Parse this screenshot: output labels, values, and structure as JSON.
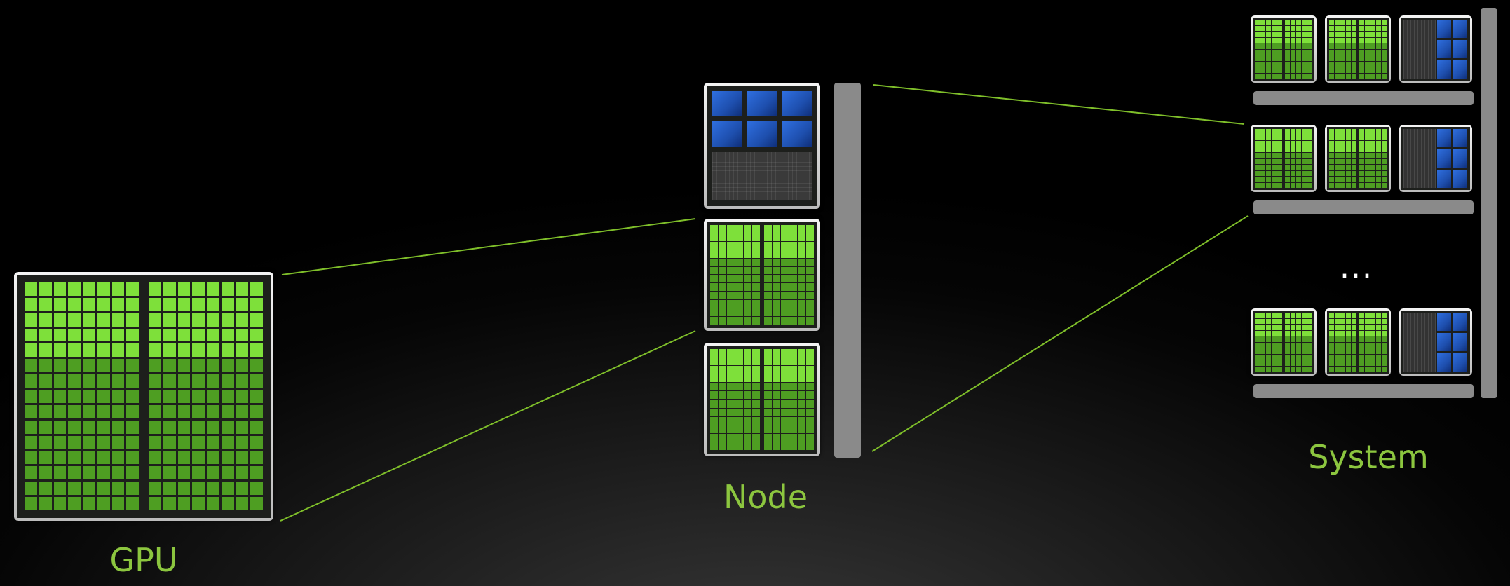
{
  "labels": {
    "gpu": "GPU",
    "node": "Node",
    "system": "System"
  },
  "ellipsis": "...",
  "colors": {
    "accent": "#8cc63f",
    "connector": "#7fbf2a",
    "gpu_core_bright": "#7ee03a",
    "gpu_core_dark": "#4e9e22",
    "cpu_core": "#1e4fae",
    "bar": "#8a8a8a"
  },
  "system": {
    "rows": 3,
    "gpus_per_node": 2,
    "cpus_per_node": 1
  },
  "node": {
    "cpus": 1,
    "gpus": 2
  }
}
